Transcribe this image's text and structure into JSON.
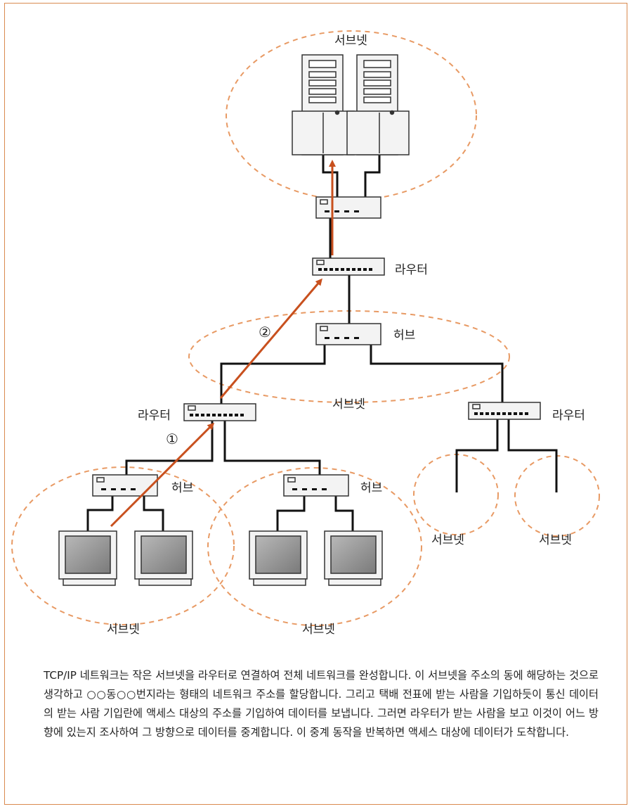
{
  "labels": {
    "subnet_top": "서브넷",
    "router_top": "라우터",
    "hub_middle": "허브",
    "subnet_middle": "서브넷",
    "router_left": "라우터",
    "router_right": "라우터",
    "hub_left_a": "허브",
    "hub_left_b": "허브",
    "subnet_bottom_a": "서브넷",
    "subnet_bottom_b": "서브넷",
    "subnet_right_a": "서브넷",
    "subnet_right_b": "서브넷",
    "step_1": "①",
    "step_2": "②"
  },
  "caption": "TCP/IP 네트워크는 작은 서브넷을 라우터로 연결하여 전체 네트워크를 완성합니다. 이 서브넷을 주소의 동에 해당하는 것으로 생각하고 ○○동○○번지라는 형태의 네트워크 주소를 할당합니다. 그리고 택배 전표에 받는 사람을 기입하듯이 통신 데이터의 받는 사람 기입란에 액세스 대상의 주소를 기입하여 데이터를 보냅니다. 그러면 라우터가 받는 사람을 보고 이것이 어느 방향에 있는지 조사하여 그 방향으로 데이터를 중계합니다. 이 중계 동작을 반복하면 액세스 대상에 데이터가 도착합니다.",
  "colors": {
    "frame": "#d98a4f",
    "subnet_dash": "#e89a64",
    "arrow": "#c8501e",
    "device_fill": "#f3f3f3",
    "screen": "#9a9a9a"
  }
}
